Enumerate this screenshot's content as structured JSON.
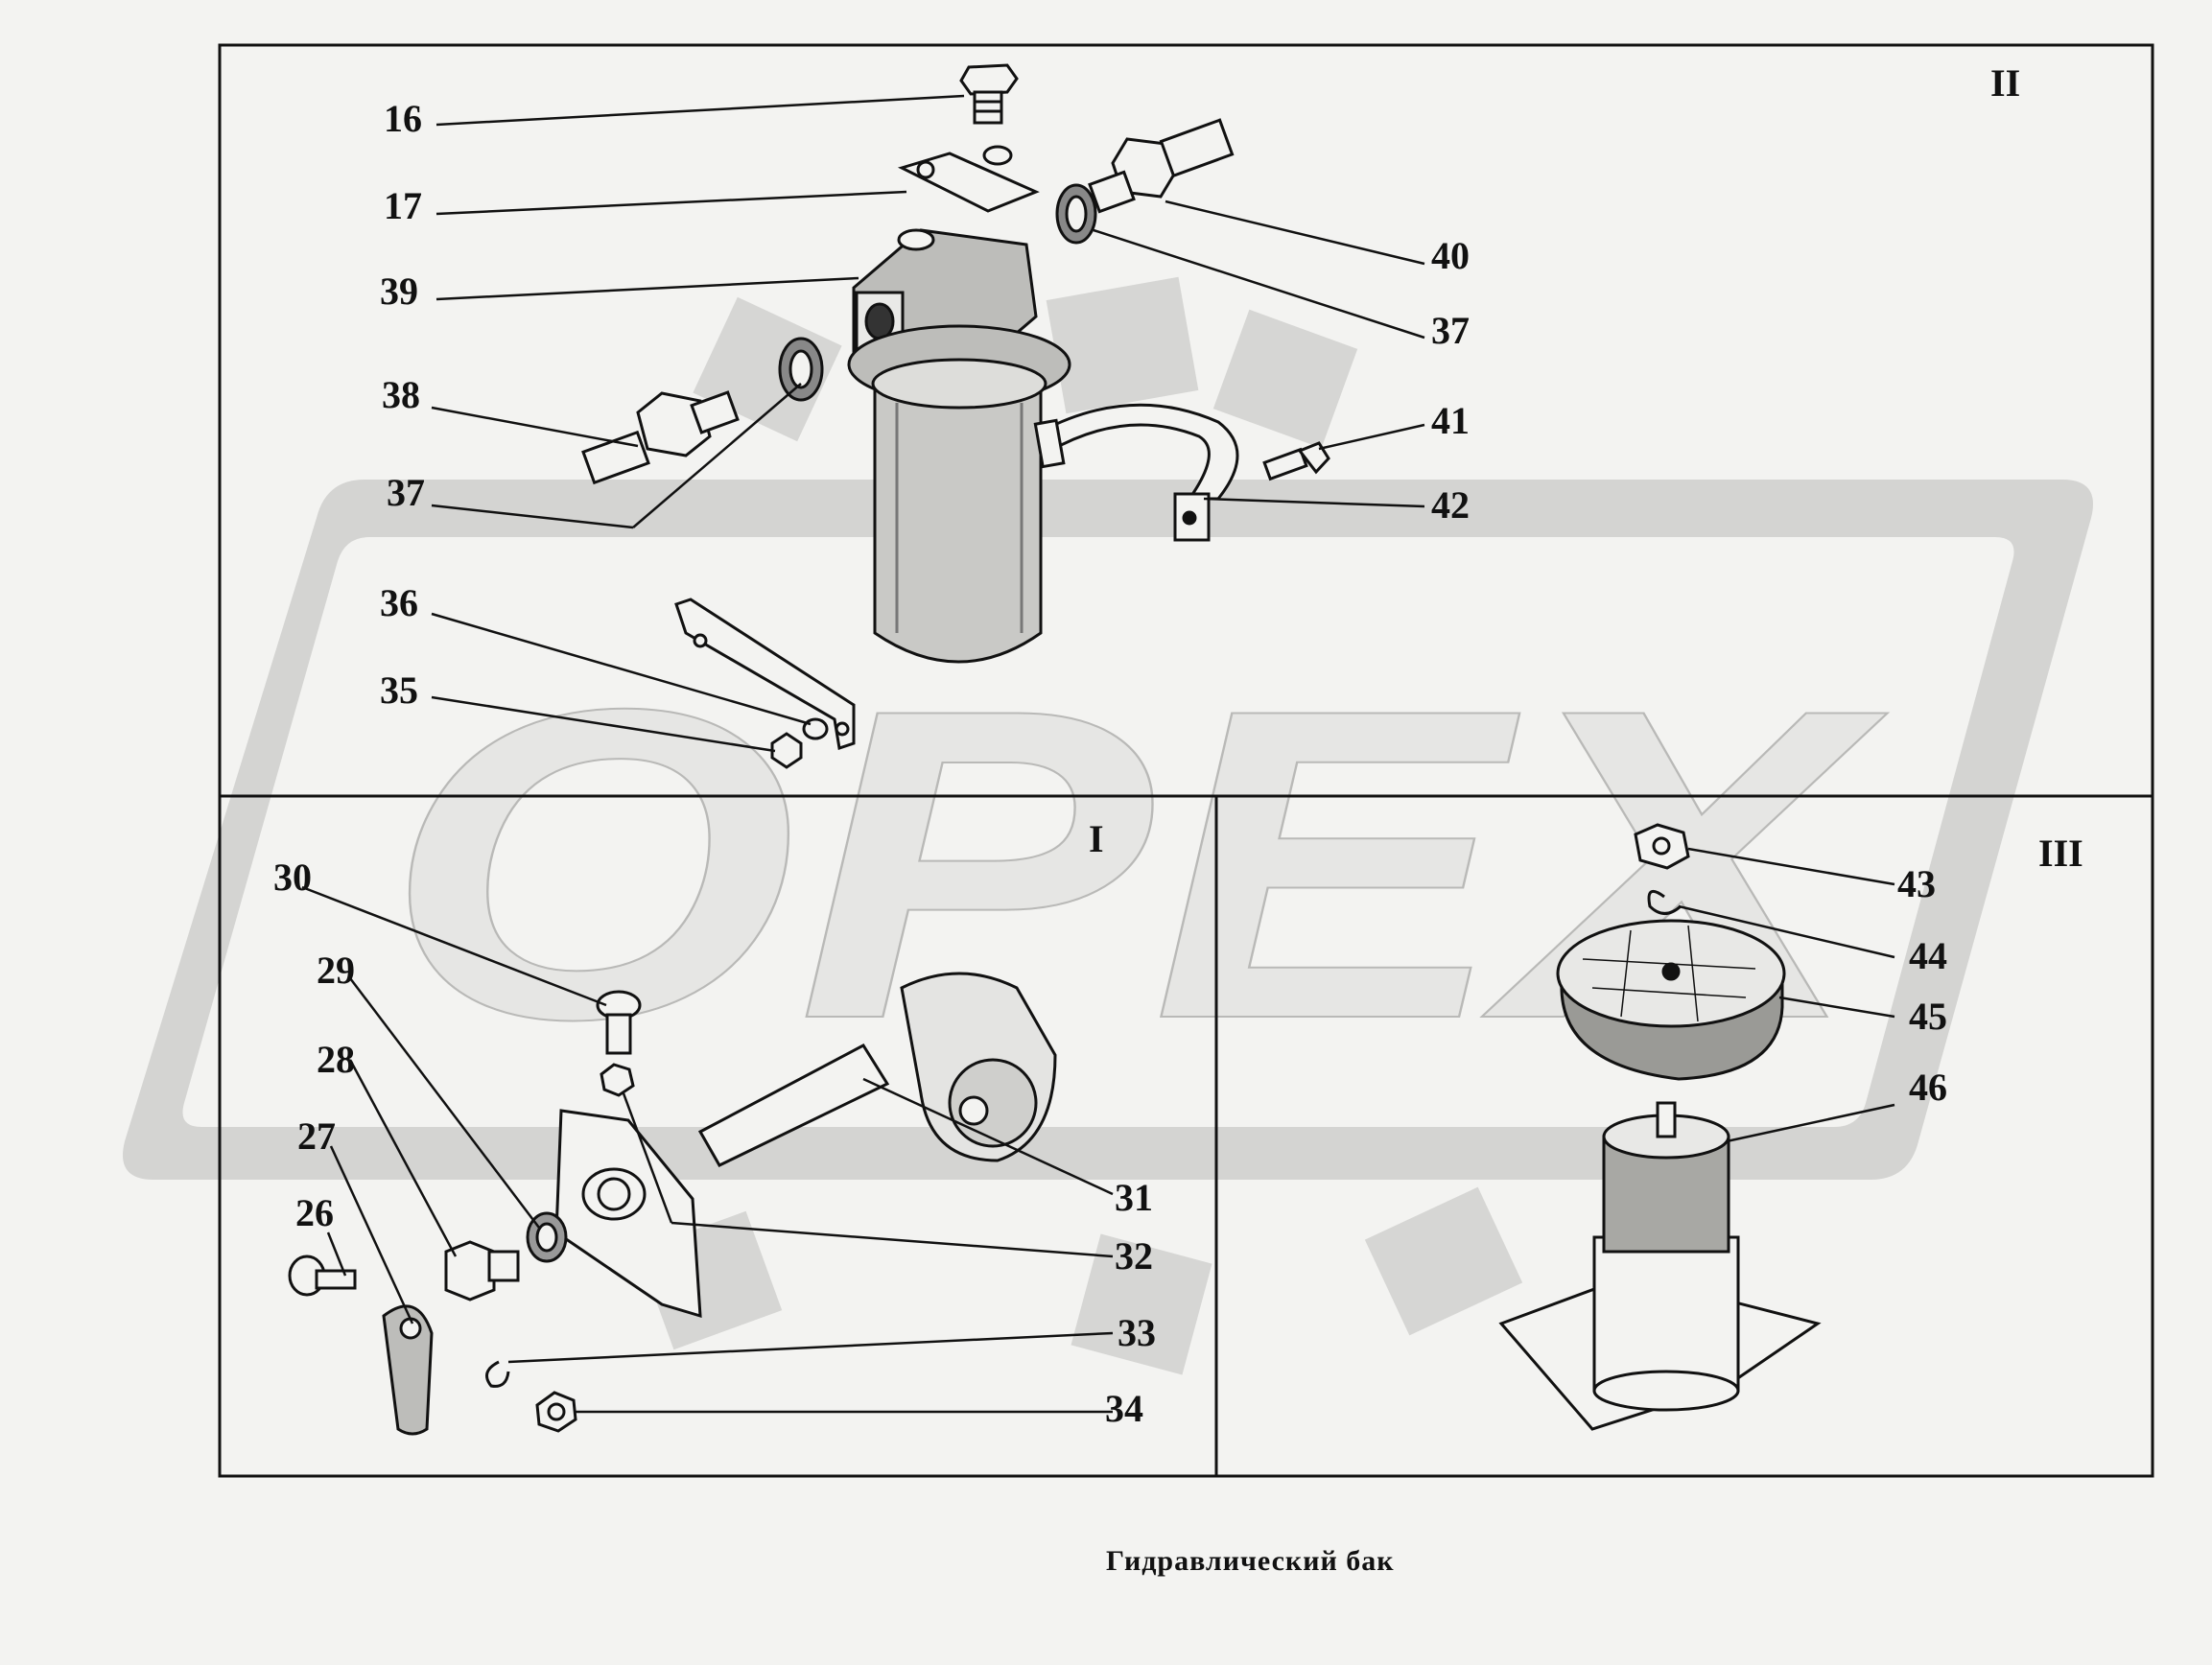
{
  "caption": "Гидравлический  бак",
  "watermark": "OPEX",
  "sections": {
    "top": "II",
    "left": "I",
    "right": "III"
  },
  "callouts": [
    "16",
    "17",
    "39",
    "38",
    "37",
    "36",
    "35",
    "40",
    "37",
    "41",
    "42",
    "30",
    "29",
    "28",
    "27",
    "26",
    "31",
    "32",
    "33",
    "34",
    "43",
    "44",
    "45",
    "46"
  ],
  "colors": {
    "ink": "#111111",
    "paper": "#f3f3f1",
    "watermark": "#d4d4d2",
    "shade": "#9a9a96"
  }
}
